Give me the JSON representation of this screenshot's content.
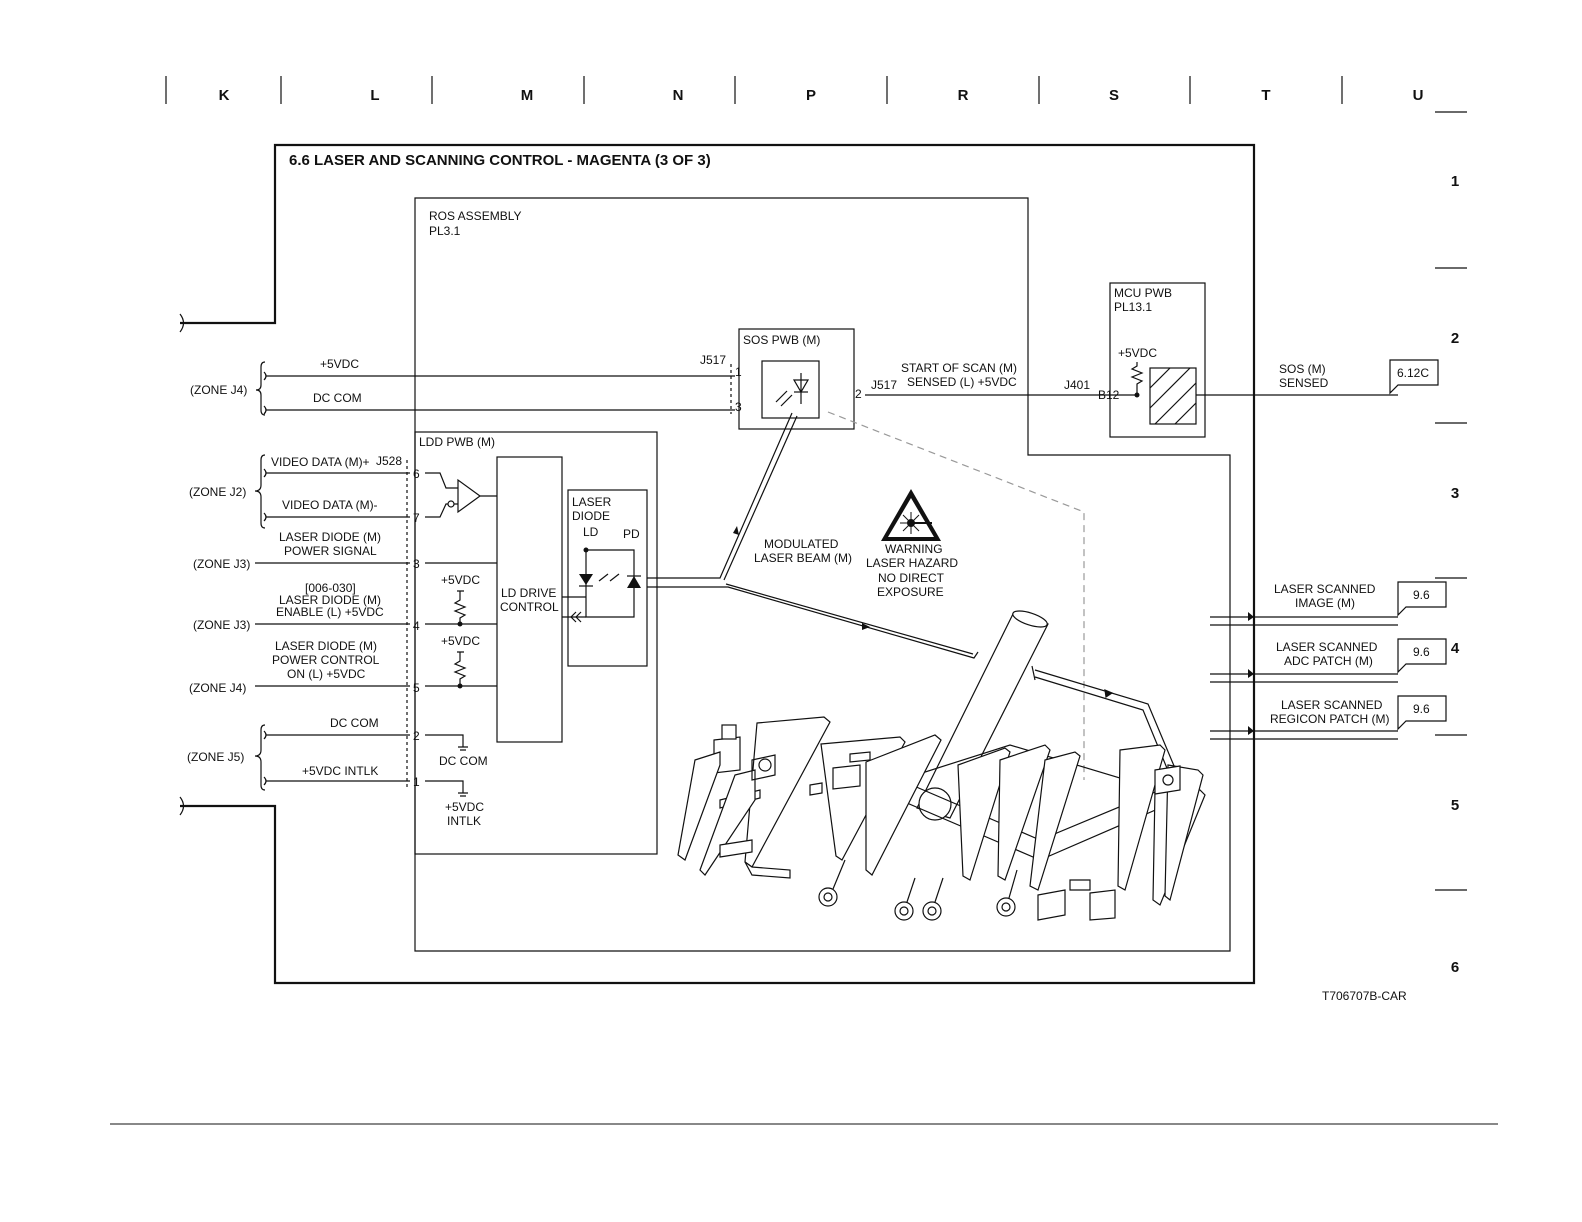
{
  "zones": {
    "columns": [
      "K",
      "L",
      "M",
      "N",
      "P",
      "R",
      "S",
      "T",
      "U"
    ],
    "rows": [
      "1",
      "2",
      "3",
      "4",
      "5",
      "6"
    ]
  },
  "title": "6.6 LASER AND SCANNING CONTROL - MAGENTA (3 OF 3)",
  "ros_assembly": {
    "name": "ROS ASSEMBLY",
    "ref": "PL3.1"
  },
  "sos_pwb": {
    "name": "SOS PWB (M)",
    "connector": "J517",
    "pins": [
      "1",
      "3",
      "2"
    ],
    "out_connector": "J517"
  },
  "mcu_pwb": {
    "name": "MCU PWB",
    "ref": "PL13.1",
    "vdc": "+5VDC",
    "connector": "J401",
    "pin": "B12"
  },
  "ldd_pwb": {
    "name": "LDD PWB (M)",
    "connector": "J528",
    "pins": [
      "6",
      "7",
      "3",
      "4",
      "5",
      "2",
      "1"
    ],
    "ld_drive": [
      "LD DRIVE",
      "CONTROL"
    ],
    "laser_diode": [
      "LASER",
      "DIODE"
    ],
    "ld": "LD",
    "pd": "PD",
    "vdc_1": "+5VDC",
    "vdc_2": "+5VDC",
    "dc_com": "DC COM",
    "intlk": [
      "+5VDC",
      "INTLK"
    ]
  },
  "inputs": {
    "zone_j4_top": "(ZONE J4)",
    "vdc": "+5VDC",
    "dc_com_top": "DC COM",
    "zone_j2": "(ZONE J2)",
    "video_plus": "VIDEO DATA (M)+",
    "video_minus": "VIDEO DATA (M)-",
    "zone_j3_a": "(ZONE J3)",
    "power_signal": [
      "LASER DIODE (M)",
      "POWER SIGNAL"
    ],
    "zone_j3_b": "(ZONE J3)",
    "enable": [
      "[006-030]",
      "LASER DIODE (M)",
      "ENABLE (L) +5VDC"
    ],
    "zone_j4_b": "(ZONE J4)",
    "power_control": [
      "LASER DIODE (M)",
      "POWER CONTROL",
      "ON (L) +5VDC"
    ],
    "zone_j5": "(ZONE J5)",
    "dc_com_bottom": "DC COM",
    "vdc_intlk": "+5VDC INTLK"
  },
  "signals": {
    "start_of_scan": [
      "START OF SCAN (M)",
      "SENSED (L) +5VDC"
    ],
    "sos_sensed": [
      "SOS (M)",
      "SENSED"
    ],
    "sos_ref": "6.12C",
    "modulated": [
      "MODULATED",
      "LASER BEAM (M)"
    ],
    "warning": [
      "WARNING",
      "LASER HAZARD",
      "NO DIRECT",
      "EXPOSURE"
    ],
    "outputs": [
      {
        "label": [
          "LASER SCANNED",
          "IMAGE (M)"
        ],
        "ref": "9.6"
      },
      {
        "label": [
          "LASER SCANNED",
          "ADC PATCH (M)"
        ],
        "ref": "9.6"
      },
      {
        "label": [
          "LASER SCANNED",
          "REGICON PATCH (M)"
        ],
        "ref": "9.6"
      }
    ]
  },
  "figure_id": "T706707B-CAR"
}
